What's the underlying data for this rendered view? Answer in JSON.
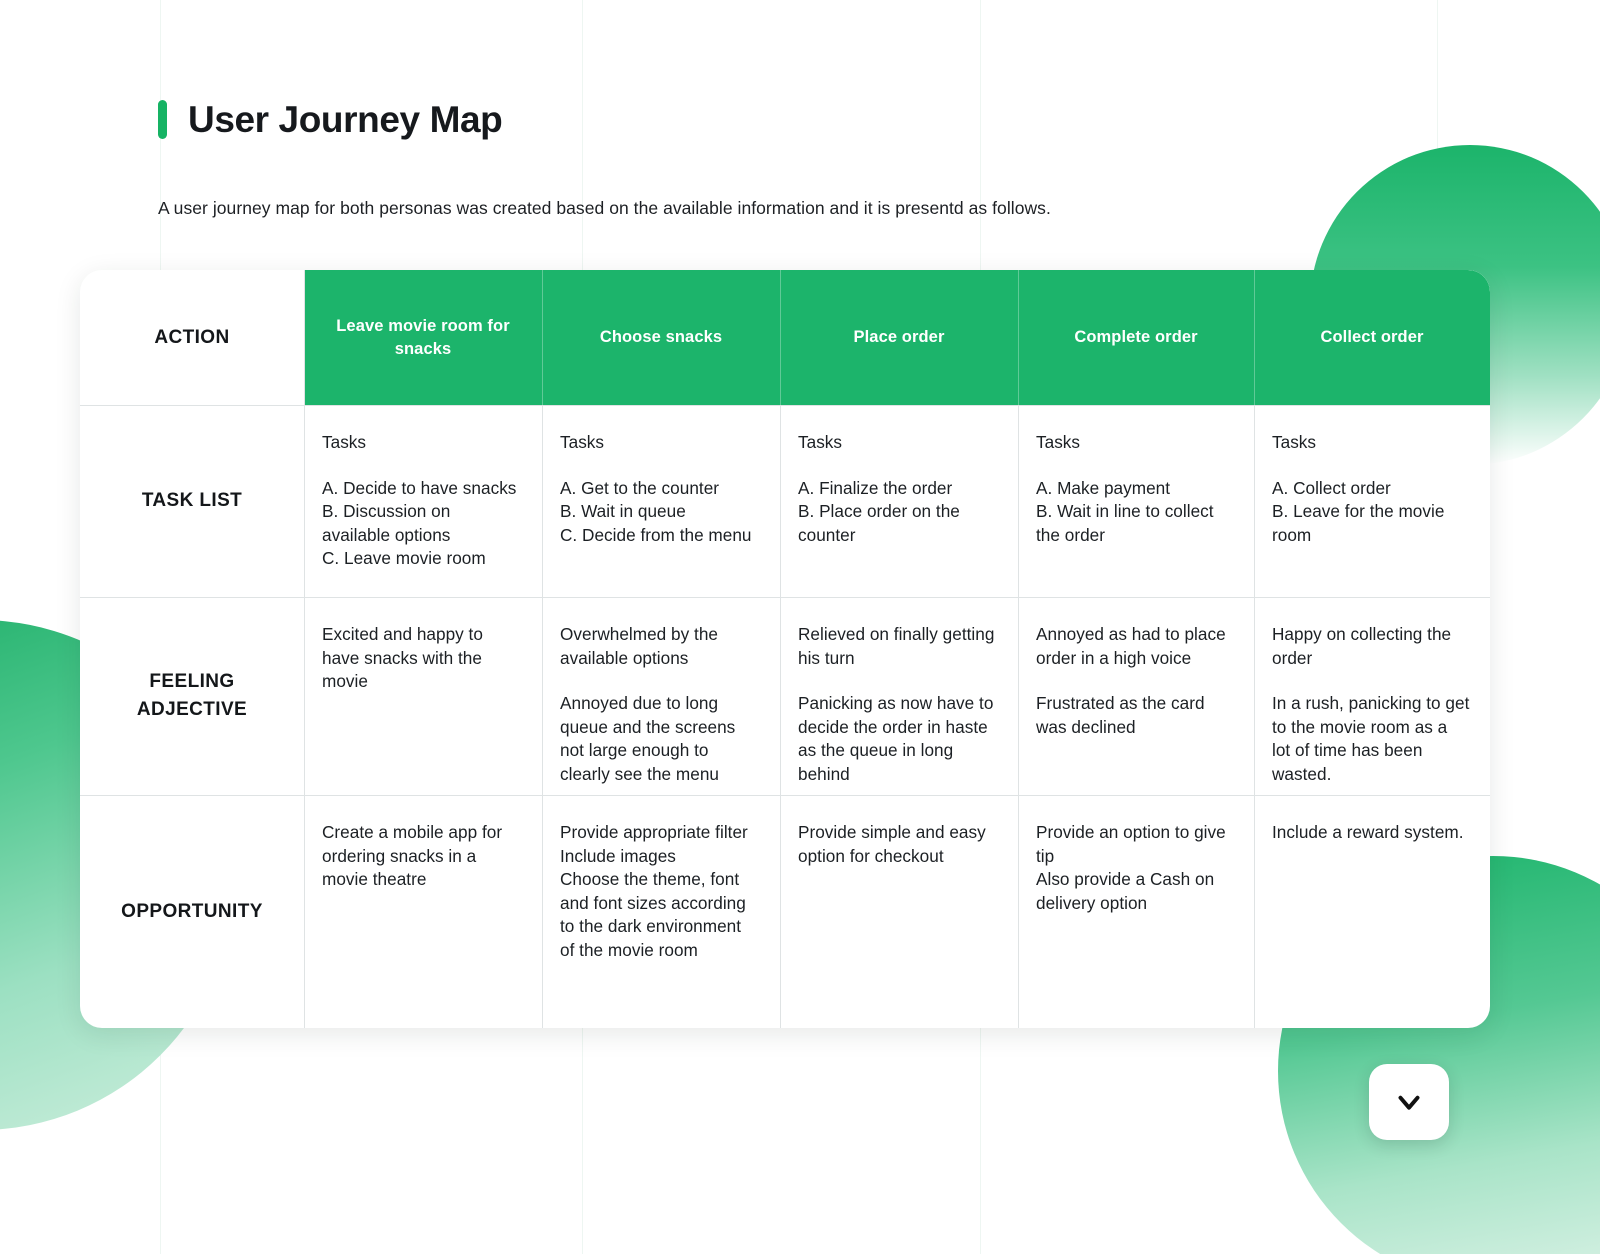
{
  "theme": {
    "accent_green": "#1cb46b",
    "title_bar_green": "#16b364",
    "text_dark": "#1c2024",
    "grid_line": "#dfe3e4",
    "guide_line": "#eef6f2"
  },
  "header": {
    "title": "User Journey Map",
    "subtitle": "A user journey map for both personas was created based on the available information and it is presentd as follows."
  },
  "table": {
    "row_labels": [
      "ACTION",
      "TASK LIST",
      "FEELING ADJECTIVE",
      "OPPORTUNITY"
    ],
    "columns": [
      "Leave movie room for snacks",
      "Choose snacks",
      "Place order",
      "Complete order",
      "Collect order"
    ],
    "task_list": [
      {
        "heading": "Tasks",
        "items": "A. Decide to have snacks\nB. Discussion on available options\nC. Leave movie room"
      },
      {
        "heading": "Tasks",
        "items": "A. Get to the counter\nB. Wait in queue\nC. Decide from the menu"
      },
      {
        "heading": "Tasks",
        "items": "A. Finalize the order\nB.  Place order on the counter"
      },
      {
        "heading": "Tasks",
        "items": "A.  Make payment\nB. Wait in line to collect the order"
      },
      {
        "heading": "Tasks",
        "items": "A. Collect order\nB. Leave for the movie room"
      }
    ],
    "feeling_adjective": [
      {
        "first": "Excited and happy to have snacks with the movie",
        "second": ""
      },
      {
        "first": "Overwhelmed by the available options",
        "second": "Annoyed due to long queue and the screens not large enough to clearly see the menu"
      },
      {
        "first": "Relieved on finally getting his turn",
        "second": "Panicking as now have to decide the order in haste as the queue in long behind"
      },
      {
        "first": "Annoyed as had to place order in a high voice",
        "second": "Frustrated as the card was declined"
      },
      {
        "first": "Happy on collecting the order",
        "second": "In a rush, panicking to get to the movie room as a lot of time has been wasted."
      }
    ],
    "opportunity": [
      "Create a mobile app for ordering snacks in a movie theatre",
      "Provide appropriate filter\nInclude images\nChoose the theme, font and font sizes according to the dark environment of the movie room",
      "Provide simple and easy option for checkout",
      "Provide an option to give tip\nAlso provide a Cash on delivery option",
      "Include a reward system."
    ]
  },
  "controls": {
    "scroll_down_icon": "chevron-down-icon"
  }
}
